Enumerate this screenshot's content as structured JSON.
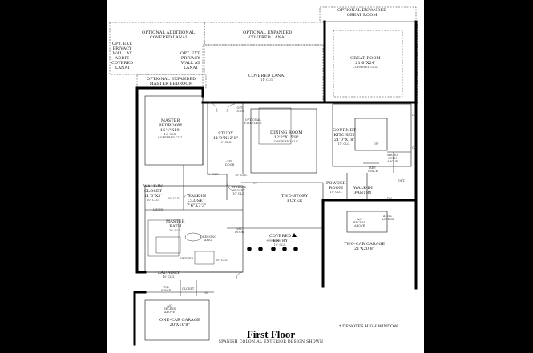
{
  "plan": {
    "title": "First Floor",
    "subtitle": "SPANISH COLONIAL EXTERIOR DESIGN SHOWN",
    "footnote": "* DENOTES HIGH WINDOW"
  },
  "rooms": {
    "opt_expanded_great_room": [
      "OPTIONAL EXPANDED",
      "GREAT ROOM"
    ],
    "opt_additional_covered_lanai": [
      "OPTIONAL ADDITIONAL",
      "COVERED LANAI"
    ],
    "opt_expanded_covered_lanai": [
      "OPTIONAL EXPANDED",
      "COVERED LANAI"
    ],
    "opt_ext_privacy_addit": [
      "OPT. EXT.",
      "PRIVACY",
      "WALL AT",
      "ADDIT.",
      "COVERED",
      "LANAI"
    ],
    "opt_ext_privacy_lanai": [
      "OPT. EXT.",
      "PRIVACY",
      "WALL AT",
      "LANAI"
    ],
    "great_room": [
      "GREAT ROOM",
      "21'6\"X24'",
      "COFFERED CLG."
    ],
    "covered_lanai": [
      "COVERED LANAI",
      "11' CLG."
    ],
    "opt_expanded_master_bedroom": [
      "OPTIONAL EXPANDED",
      "MASTER BEDROOM"
    ],
    "master_bedroom": [
      "MASTER",
      "BEDROOM",
      "15'4\"X19'",
      "10' CLG.",
      "COFFERED CLG."
    ],
    "study": [
      "STUDY",
      "11'0\"X12'1\"",
      "10' CLG."
    ],
    "dining_room": [
      "DINING ROOM",
      "12'2\"X15'8\"",
      "COFFERED CLG."
    ],
    "gourmet_kitchen": [
      "GOURMET",
      "KITCHEN",
      "21'0\"X18'",
      "11' CLG."
    ],
    "walk_in_closet_1": [
      "WALK-IN",
      "CLOSET",
      "11'5\"X3'",
      "10' CLG."
    ],
    "walk_in_closet_2": [
      "WALK-IN",
      "CLOSET",
      "7'6\"X7'3\""
    ],
    "two_story_foyer": [
      "TWO-STORY",
      "FOYER"
    ],
    "powder_room": [
      "POWDER",
      "ROOM",
      "10' CLG."
    ],
    "walk_in_pantry": [
      "WALK-IN",
      "PANTRY"
    ],
    "master_bath": [
      "MASTER",
      "BATH",
      "10' CLG."
    ],
    "covered_entry": [
      "COVERED",
      "ENTRY",
      "10' CLG."
    ],
    "two_car_garage": [
      "TWO-CAR GARAGE",
      "21'X20'8\""
    ],
    "laundry": [
      "LAUNDRY",
      "10' CLG."
    ],
    "one_car_garage": [
      "ONE-CAR GARAGE",
      "20'X10'8\""
    ]
  },
  "small_labels": {
    "opt_door_study": [
      "OPT.",
      "DOOR"
    ],
    "opt_fireplace": [
      "OPTIONAL",
      "FIREPLACE"
    ],
    "opt_door_study2": [
      "OPT.",
      "DOOR"
    ],
    "dw": "DW",
    "micro_oven": [
      "MICRO",
      "OVEN",
      "ABOVE"
    ],
    "opt_right_1": "OPT.",
    "opt_right_2": "OPT.",
    "opt_right_3": "OPT.",
    "ref_space": [
      "REF.",
      "SPACE"
    ],
    "clg_10_a": "10' CLG.",
    "clg_10_b": "10' CLG.",
    "clg_10_c": "10' CLG.",
    "clg_10_d": "10' CLG.",
    "linen": "LINEN",
    "storage_closet": [
      "STORAGE",
      "CLOSET",
      "10' CLG."
    ],
    "dressing_area": [
      "DRESSING",
      "AREA"
    ],
    "shower": "SHOWER",
    "opt_door_entry": [
      "OPT.",
      "DOOR"
    ],
    "up": "UP",
    "dn": "DN",
    "dn2": "DN",
    "attic_access_1": [
      "ATTIC",
      "ACCESS"
    ],
    "ac_recess_1": [
      "A/C",
      "RECESS",
      "ABOVE"
    ],
    "wd_space": [
      "W/D",
      "SPACE"
    ],
    "closet": "CLOSET",
    "ac_recess_2": [
      "A/C",
      "RECESS",
      "ABOVE"
    ]
  }
}
